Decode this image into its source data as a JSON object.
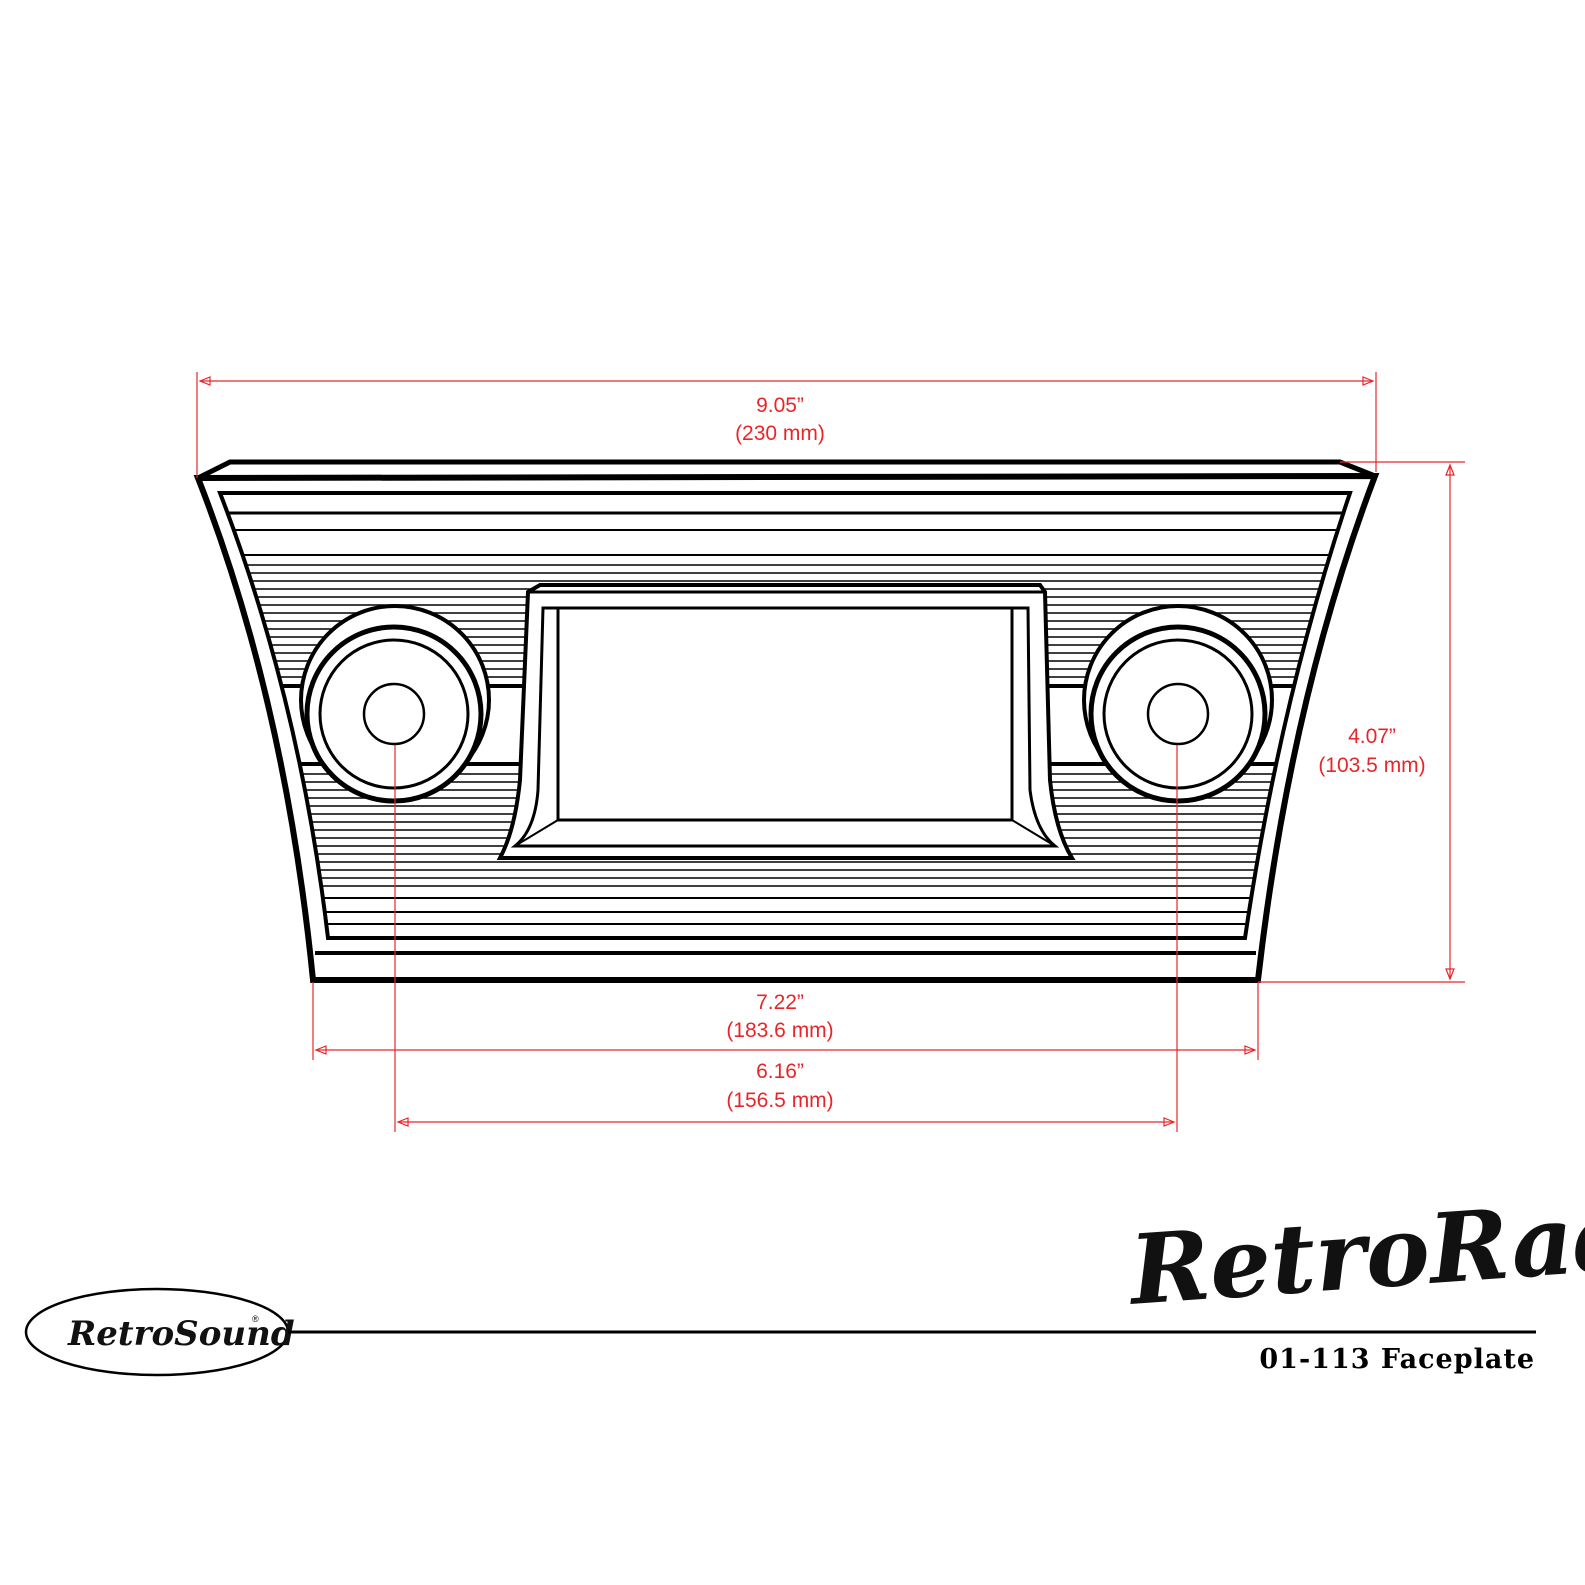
{
  "title": "01-113 Faceplate",
  "brand": {
    "product_logo": "RetroRadio",
    "company_logo": "RetroSound",
    "registered_mark": "®"
  },
  "dimensions": {
    "overall_width": {
      "inches": "9.05”",
      "mm": "(230 mm)"
    },
    "height": {
      "inches": "4.07”",
      "mm": "(103.5 mm)"
    },
    "bottom_width": {
      "inches": "7.22”",
      "mm": "(183.6 mm)"
    },
    "knob_spacing": {
      "inches": "6.16”",
      "mm": "(156.5 mm)"
    }
  },
  "colors": {
    "dimension": "#e8262a",
    "outline": "#000000"
  }
}
